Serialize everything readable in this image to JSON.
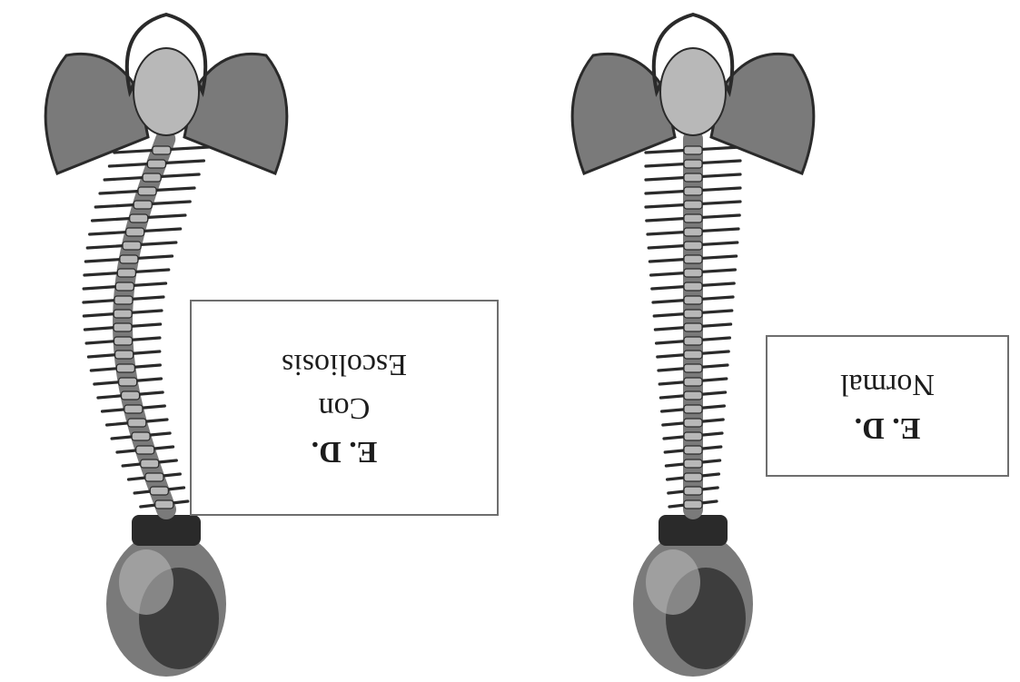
{
  "figures": [
    {
      "id": "normal",
      "label_lines": [
        "E. D.",
        "Normal"
      ],
      "curvature": 0
    },
    {
      "id": "scoliosis",
      "label_lines": [
        "E. D.",
        "Con",
        "Escoliosis"
      ],
      "curvature": 1
    }
  ],
  "colors": {
    "bone_dark": "#2a2a2a",
    "bone_mid": "#7a7a7a",
    "bone_light": "#b8b8b8",
    "box_border": "#6e6e6e",
    "text": "#1c1c1c"
  }
}
